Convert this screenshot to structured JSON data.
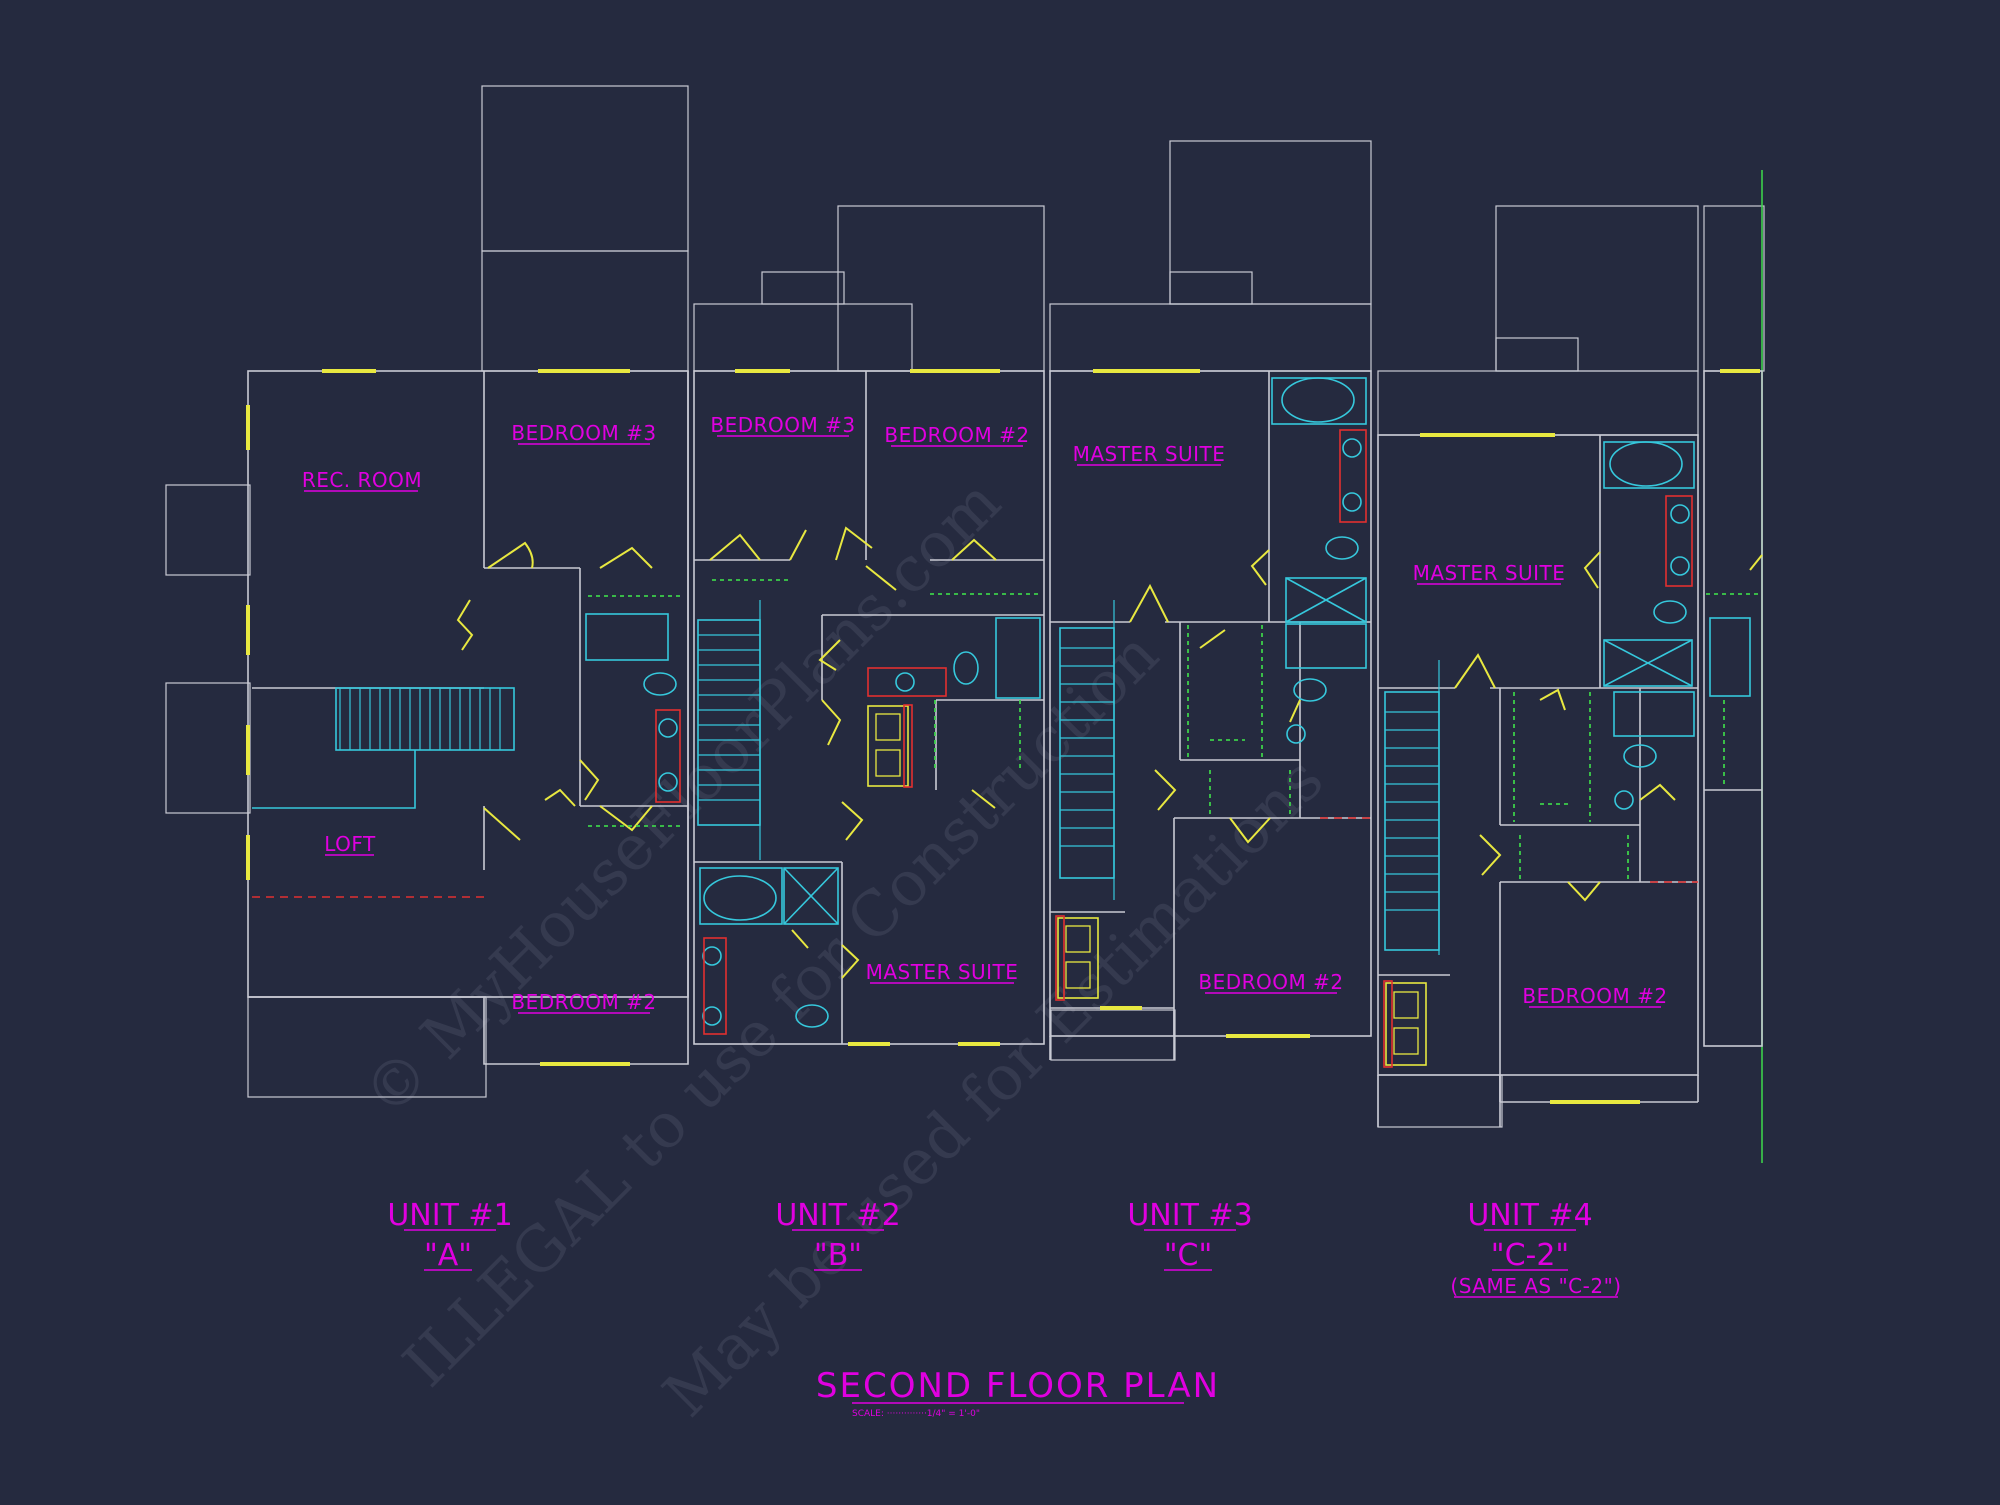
{
  "drawing": {
    "title": "SECOND FLOOR PLAN",
    "scale_text": "SCALE: ··············1/4\" = 1'-0\""
  },
  "rooms": {
    "rec_room": "REC. ROOM",
    "loft": "LOFT",
    "u1_bedroom3": "BEDROOM #3",
    "u1_bedroom2": "BEDROOM #2",
    "u2_bedroom3": "BEDROOM #3",
    "u2_bedroom2": "BEDROOM #2",
    "u2_master": "MASTER SUITE",
    "u3_master": "MASTER SUITE",
    "u3_bedroom2": "BEDROOM #2",
    "u4_master": "MASTER SUITE",
    "u4_bedroom2": "BEDROOM #2"
  },
  "units": [
    {
      "name": "UNIT #1",
      "type": "\"A\"",
      "note": ""
    },
    {
      "name": "UNIT #2",
      "type": "\"B\"",
      "note": ""
    },
    {
      "name": "UNIT #3",
      "type": "\"C\"",
      "note": ""
    },
    {
      "name": "UNIT #4",
      "type": "\"C-2\"",
      "note": "(SAME AS \"C-2\")"
    }
  ],
  "watermark": {
    "line1": "© MyHouseFloorPlans.com",
    "line2": "ILLEGAL to use for Construction",
    "line3": "May be used for Estimations"
  },
  "colors": {
    "background": "#252a3f",
    "walls": "#c9cad4",
    "labels": "#e000e0",
    "doors_windows": "#e8e840",
    "fixtures": "#36c8dc",
    "shelving": "#3ccf4a",
    "red_lines": "#e23030"
  }
}
